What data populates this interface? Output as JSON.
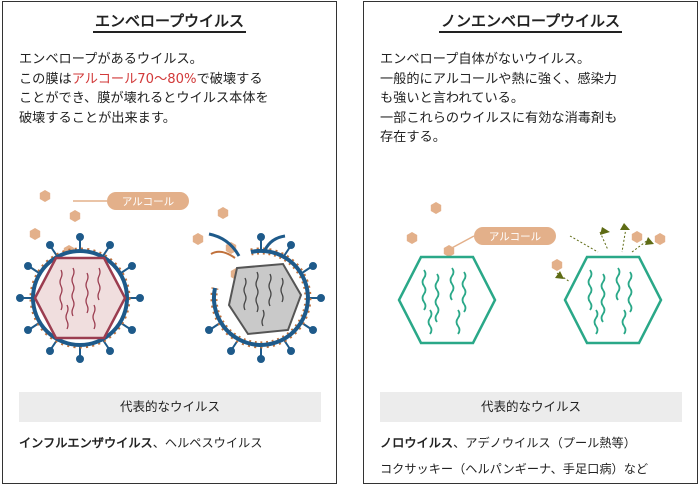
{
  "left": {
    "title": "エンベロープウイルス",
    "desc_line1": "エンベロープがあるウイルス。",
    "desc_line2_pre": "この膜は",
    "desc_line2_hl": "アルコール70～80%",
    "desc_line2_post": "で破壊する",
    "desc_line3": "ことができ、膜が壊れるとウイルス本体を",
    "desc_line4": "破壊することが出来ます。",
    "tag_label": "アルコール",
    "rep_label": "代表的なウイルス",
    "example_bold": "インフルエンザウイルス",
    "example_rest": "、ヘルペスウイルス"
  },
  "right": {
    "title": "ノンエンベロープウイルス",
    "desc_line1": "エンベロープ自体がないウイルス。",
    "desc_line2": "一般的にアルコールや熱に強く、感染力",
    "desc_line3": "も強いと言われている。",
    "desc_line4": "一部これらのウイルスに有効な消毒剤も",
    "desc_line5": "存在する。",
    "tag_label": "アルコール",
    "rep_label": "代表的なウイルス",
    "example1_bold": "ノロウイルス",
    "example1_rest": "、アデノウイルス（プール熱等）",
    "example2": "コクサッキー（ヘルパンギーナ、手足口病）など"
  },
  "colors": {
    "alcohol": "#e3b08a",
    "envelope_blue": "#1e5a8a",
    "capsid_red": "#9b3d50",
    "capsid_fill": "#f0dede",
    "spike_orange": "#c0703a",
    "dead_gray": "#c9c9c9",
    "green": "#2aa888",
    "arrow_olive": "#5e6b14",
    "highlight_red": "#d23a3a"
  }
}
